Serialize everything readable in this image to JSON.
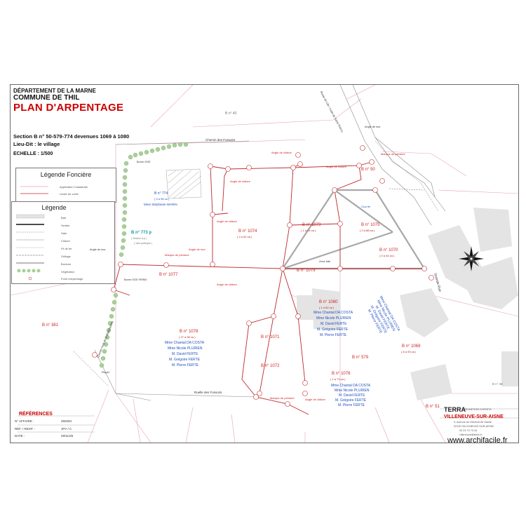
{
  "header": {
    "department": "DÉPARTEMENT DE LA MARNE",
    "commune": "COMMUNE DE THIL",
    "title": "PLAN D'ARPENTAGE",
    "section": "Section B n° 50-579-774 devenues 1069 à 1080",
    "lieu_dit": "Lieu-Dit : le village",
    "echelle": "ECHELLE : 1/500"
  },
  "legend_fonciere": {
    "title": "Légende Foncière",
    "items": [
      "Application Cadastrale",
      "Limite de voirie"
    ]
  },
  "legend_general": {
    "title": "Légende",
    "items": [
      "Bati",
      "Sentier",
      "Haie",
      "Clôture",
      "Fil de fer",
      "Grillage",
      "Bordure",
      "Végétation",
      "Point d'arpentage"
    ]
  },
  "parcels": {
    "b_774": "B n° 774",
    "b_774_owner": "Mme Stéphanie WARIN",
    "b_774_area": "( 5 a 96 ca )",
    "b_773": "B n° 773 p",
    "b_773_sub1": "( Section A p )",
    "b_773_sub2": "( Voie publique )",
    "b_1074": "B n° 1074",
    "b_1074_area": "( 2 a 62 ca )",
    "b_1073": "B n° 1073",
    "b_1073_area": "( 1 a 24 ca )",
    "b_1075": "B n° 1075",
    "b_1075_area": "( 0 a 88 ca )",
    "b_1076": "B n° 1076",
    "b_1076_area": "( 1 a 71 ca )",
    "b_1070": "B n° 1070",
    "b_1070_area": "( 0 a 44 ca )",
    "b_1078": "B n° 1078",
    "b_1078_area": "( 27 a 96 ca )",
    "b_1071": "B n° 1071",
    "b_1072": "B n° 1072",
    "b_1069": "B n° 1069",
    "b_1069_area": "( 6 a 93 ca )",
    "b_1080": "B n° 1080",
    "b_1080_area": "( 1 a 62 ca )",
    "b_1077": "B n° 1077",
    "b_1079": "B n° 1079",
    "b_50": "B n° 50",
    "b_579": "B n° 579",
    "b_40": "B n° 40",
    "b_381": "B n° 381",
    "b_51": "B n° 51",
    "b_38": "B n° 38"
  },
  "owners_1078": [
    "Mme Chantal DA COSTA",
    "Mme Nicole PLURIEN",
    "M. David FERTE",
    "M. Grégoire FERTE",
    "M. Pierre FERTE"
  ],
  "owners_1080": [
    "Mme Chantal DA COSTA",
    "Mme Nicole PLURIEN",
    "M. David FERTE",
    "M. Grégoire FERTE",
    "M. Pierre FERTE"
  ],
  "owners_1076": [
    "Mme Chantal DA COSTA",
    "Mme Nicole PLURIEN",
    "M. David FERTE",
    "M. Grégoire FERTE",
    "M. Pierre FERTE"
  ],
  "owners_rotated": [
    "Mme Chantal DA COSTA",
    "Mme Nicole PLURIEN",
    "M. David FERTE",
    "M. Grégoire FERTE",
    "M. Pierre FERTE"
  ],
  "roads": {
    "chemin_fossoirs": "Chemin des Fossoirs",
    "grande_rue": "Grande Rue",
    "ruelle_fossoirs": "Ruelle des Fossoirs",
    "chemin_rural": "Chemin rural de la Blancheterre",
    "route_lite": "Route de Lite / route de Saint-Thierry"
  },
  "annotations": {
    "angle_cloture": "Angle de clôture",
    "angle_mur": "Angle de mur",
    "borne_ogf": "Borne OGE",
    "borne_neuve": "Borne OGE FER60",
    "poteau": "Piquet",
    "marque_peinture": "Marque de peinture",
    "clou_fer": "Clou fer",
    "zone_bati": "Zone bâti"
  },
  "references": {
    "title": "RÉFÉRENCES",
    "affaire_label": "N° AFFAIRE :",
    "affaire_value": "250294",
    "resp_label": "RÉF. / RESP. :",
    "resp_value": "JPV / C",
    "date_label": "DATE :",
    "date_value": "29/11/25"
  },
  "company": {
    "name": "TERRA",
    "subtitle": "GÉOMÈTRES EXPERTS",
    "city": "VILLENEUVE-SUR-AISNE",
    "address": "3, Avenue du Général de Gaulle",
    "postcode": "02190 VILLENEUVE-SUR-AISNE",
    "tel": "03 23 79 73 44",
    "email": "villeneuve@terra.fr"
  },
  "watermark": "www.archifacile.fr",
  "colors": {
    "limit_red": "#c0282c",
    "owner_blue": "#2050c0",
    "title_red": "#cc0000",
    "grey_triangle": "#a8a8a8",
    "hedge_green": "#a8d098",
    "building_grey": "#e4e4e4"
  }
}
